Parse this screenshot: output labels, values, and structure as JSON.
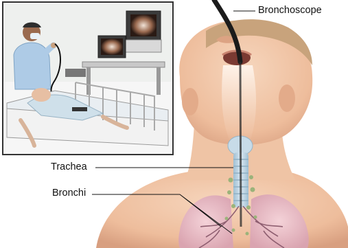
{
  "labels": {
    "bronchoscope": "Bronchoscope",
    "trachea": "Trachea",
    "bronchi": "Bronchi"
  },
  "colors": {
    "skin": "#f1c7a8",
    "skin_shadow": "#d9a283",
    "hair": "#c8a37c",
    "lung": "#e6b9c6",
    "trachea": "#bcd6e6",
    "scope": "#1b1b1b",
    "inset_border": "#333333"
  },
  "inset_icons": [
    "doctor-figure",
    "patient-bed",
    "monitor-cart",
    "endoscope-monitor"
  ]
}
